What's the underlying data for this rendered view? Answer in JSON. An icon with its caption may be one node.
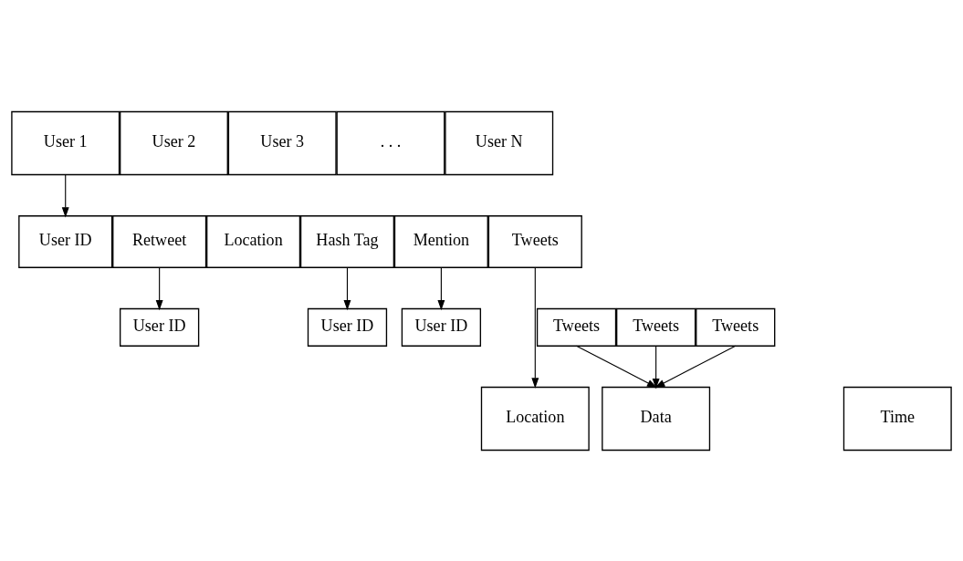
{
  "diagram": {
    "nodes": [
      {
        "text": [
          "User 1"
        ]
      },
      {
        "text": [
          "User 2"
        ]
      },
      {
        "text": [
          "User 3"
        ]
      },
      {
        "text": [
          ". . ."
        ]
      },
      {
        "text": [
          "User N"
        ]
      },
      {
        "text": [
          "User ID"
        ]
      },
      {
        "text": [
          "Retweet"
        ]
      },
      {
        "text": [
          "Location"
        ]
      },
      {
        "text": [
          "Hash Tag"
        ]
      },
      {
        "text": [
          "Mention"
        ]
      },
      {
        "text": [
          "Tweets"
        ]
      },
      {
        "text": [
          "User ID"
        ]
      },
      {
        "text": [
          "Tweets"
        ]
      },
      {
        "text": [
          "User ID"
        ]
      },
      {
        "text": [
          "Tweets"
        ]
      },
      {
        "text": [
          "User ID"
        ]
      },
      {
        "text": [
          "Tweets"
        ]
      },
      {
        "text": [
          "Data"
        ]
      },
      {
        "text": [
          "Time"
        ]
      },
      {
        "text": [
          "Location"
        ]
      }
    ],
    "edges": [
      {
        "from": 0,
        "to": 5,
        "arrow": "to"
      },
      {
        "from": 6,
        "to": 11,
        "arrow": "to"
      },
      {
        "from": 8,
        "to": 13,
        "arrow": "to"
      },
      {
        "from": 9,
        "to": 15,
        "arrow": "to"
      },
      {
        "from": 12,
        "to": 17,
        "arrow": "to"
      },
      {
        "from": 14,
        "to": 17,
        "arrow": "to"
      },
      {
        "from": 16,
        "to": 17,
        "arrow": "to"
      },
      {
        "from": 10,
        "to": 19,
        "arrow": "to"
      }
    ]
  }
}
